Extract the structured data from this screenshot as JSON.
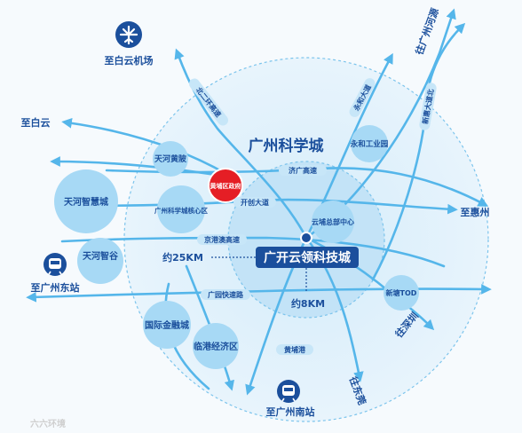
{
  "destinations": {
    "baiyun_airport": "至白云机场",
    "baiyun": "至白云",
    "guangzhou_east": "至广州东站",
    "guangzhou_south": "至广州南站",
    "dongguan": "往东莞",
    "shenzhen": "往深圳",
    "huizhou": "至惠州",
    "heyuan": "往广州河源"
  },
  "roads": {
    "north_ring": "北二环高速",
    "yonghe": "永和大道",
    "xinhui": "新惠大道北",
    "jiguang": "济广高速",
    "kaichuang": "开创大道",
    "jingang": "京港澳高速",
    "guangyuan": "广园快速路",
    "huangpu_port": "黄埔港"
  },
  "areas": {
    "science_city": "广州科学城",
    "tianhe_huangpo": "天河黄陂",
    "sci_core": "广州科学城核心区",
    "tianhe_smart": "天河智慧城",
    "tianhe_zhigu": "天河智谷",
    "yunpu": "云埔总部中心",
    "yonghe_park": "永和工业园",
    "huangpu_gov": "黄埔区政府",
    "finance_city": "国际金融城",
    "lingang": "临港经济区",
    "xintang": "新塘TOD"
  },
  "project": {
    "name": "广开云领科技城"
  },
  "distances": {
    "r25": "约25KM",
    "r8": "约8KM"
  },
  "watermark": "六六环境",
  "colors": {
    "accent": "#1b4f9c",
    "road": "#55b6ea",
    "area_fill": "#a7d9f5",
    "highlight": "#e51e25"
  }
}
